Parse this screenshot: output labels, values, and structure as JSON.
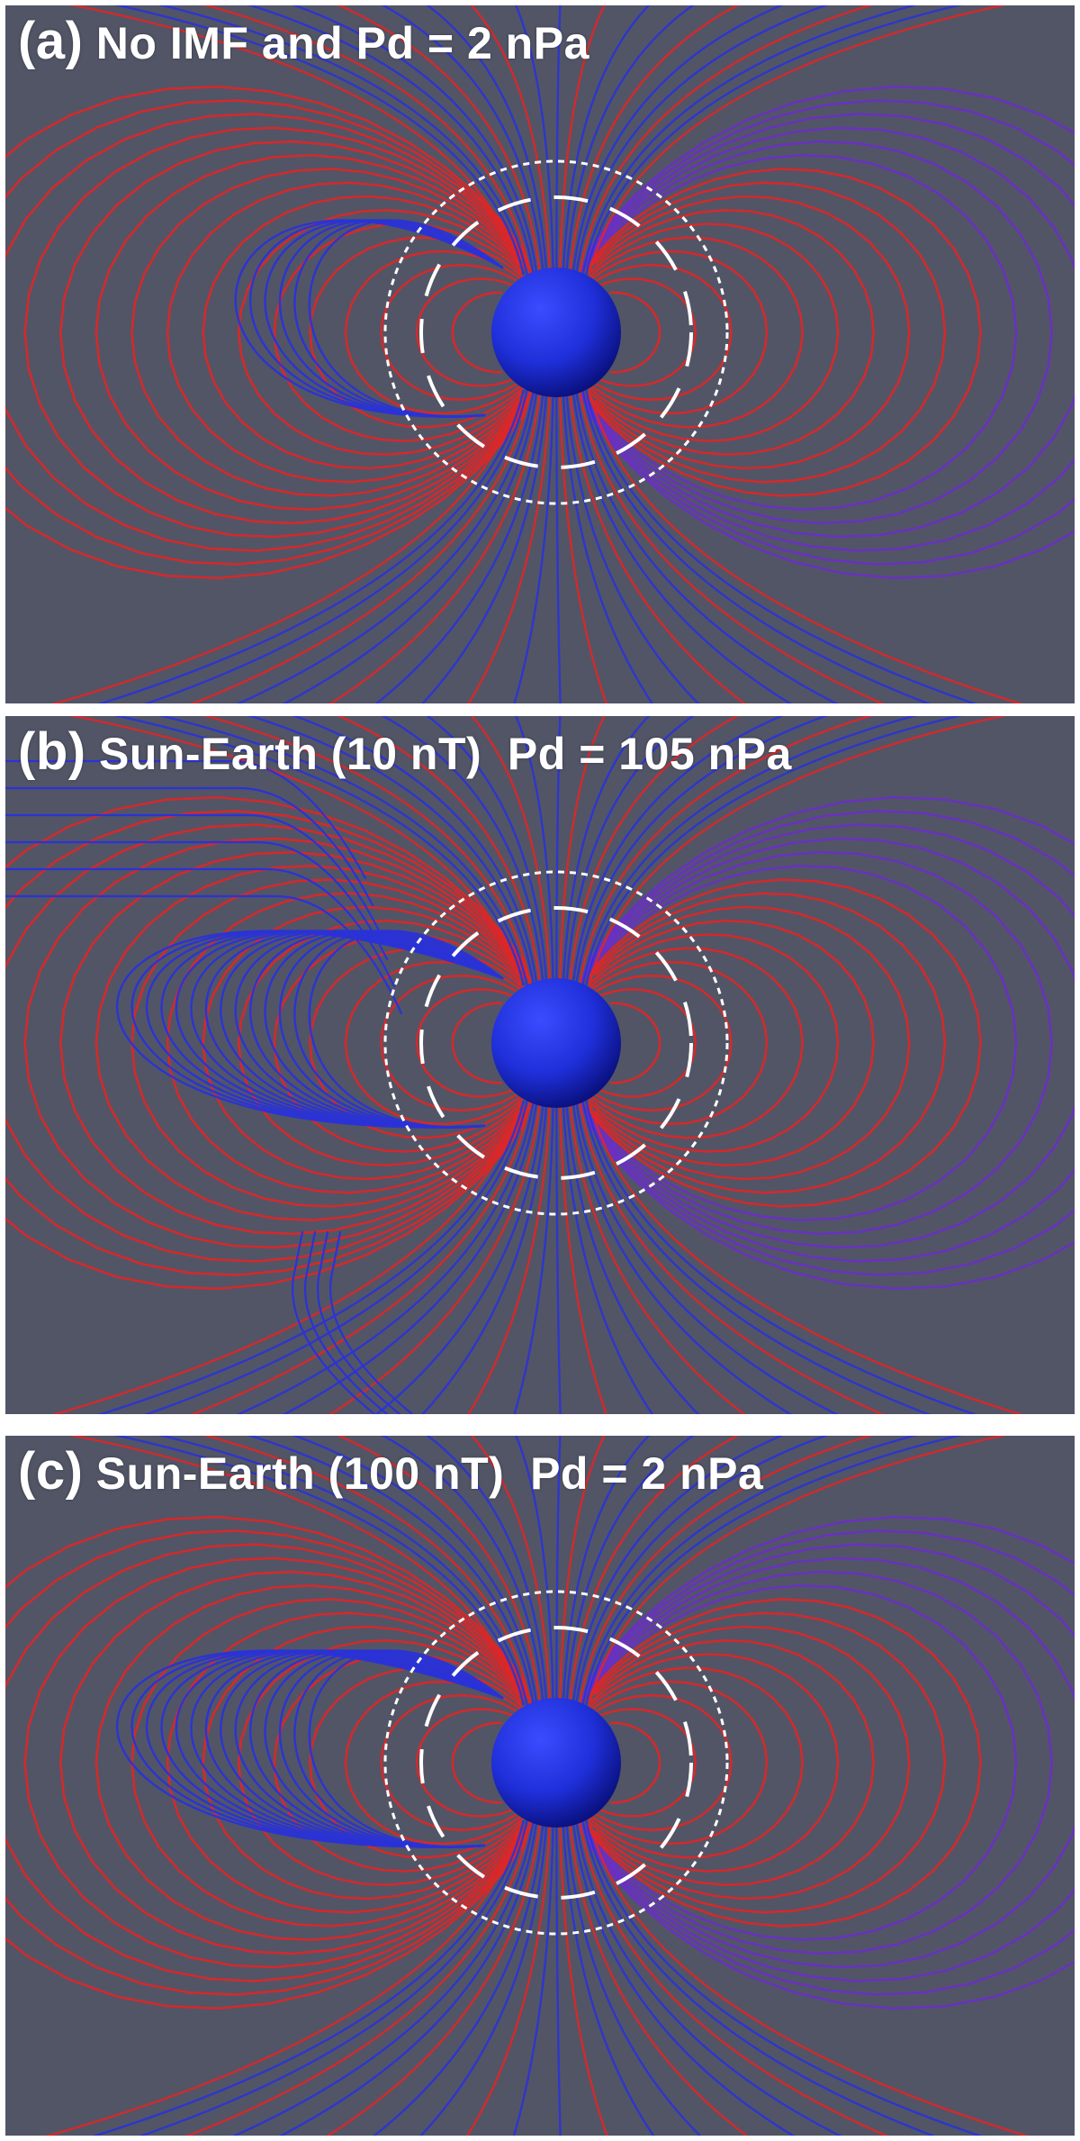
{
  "panels": [
    {
      "id": "a",
      "letter": "(a)",
      "title": "No IMF and Pd = 2 nPa"
    },
    {
      "id": "b",
      "letter": "(b)",
      "title": "Sun-Earth (10 nT)  Pd = 105 nPa"
    },
    {
      "id": "c",
      "letter": "(c)",
      "title": "Sun-Earth (100 nT)  Pd = 2 nPa"
    }
  ],
  "colors": {
    "background": "#525566",
    "field_line_red": "#e02626",
    "field_line_blue": "#2a33d6",
    "field_line_purple": "#6a2fc8",
    "planet": "#1f2fd8",
    "boundary": "#ffffff"
  }
}
